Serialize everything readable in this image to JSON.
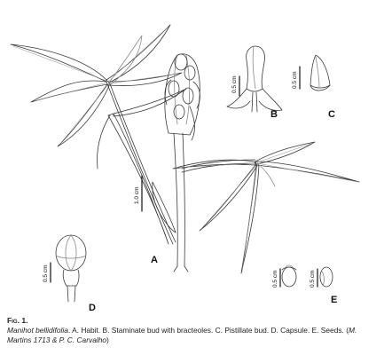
{
  "figure": {
    "panel_labels": {
      "a": "A",
      "b": "B",
      "c": "C",
      "d": "D",
      "e": "E"
    },
    "scale_bars": {
      "a": "1.0 cm",
      "b": "0.5 cm",
      "c": "0.5 cm",
      "d": "0.5 cm",
      "e1": "0.5 cm",
      "e2": "0.5 cm"
    }
  },
  "caption": {
    "fig_label": "Fig. 1.",
    "species": "Manihot bellidifolia",
    "text1": ". A. Habit. B. Staminate bud with bracteoles. C. Pistillate bud. D. Capsule. E. Seeds. (",
    "collector1": "M.",
    "collector2": "Martins 1713 & P. C. Carvalho",
    "text2": ")"
  },
  "colors": {
    "ink": "#3a3a3a",
    "shade": "#8a8a8a",
    "background": "#ffffff"
  }
}
